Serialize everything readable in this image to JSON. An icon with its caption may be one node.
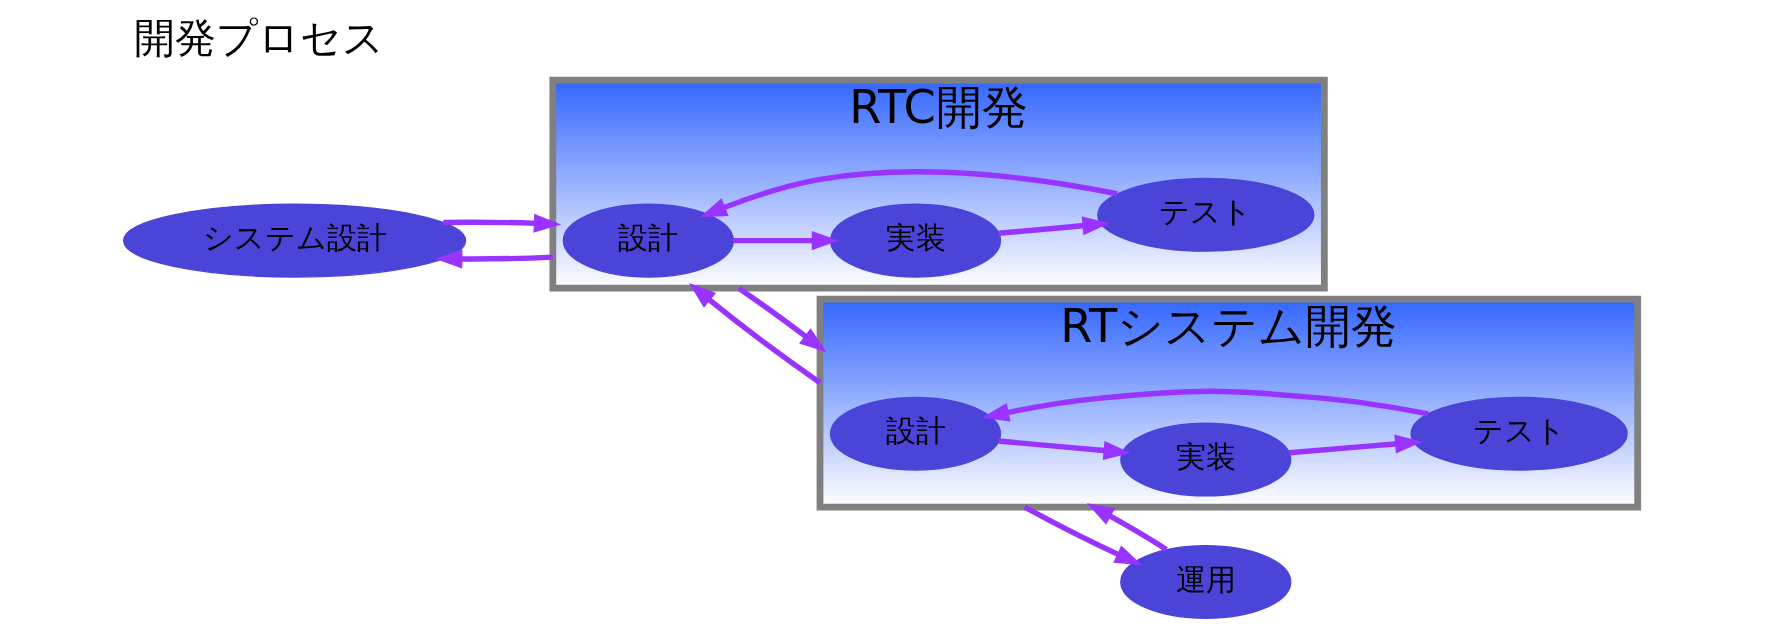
{
  "diagram": {
    "title": "開発プロセス",
    "nodes": [
      {
        "text": [
          "システム設計"
        ]
      },
      {
        "text": [
          "RTC開発"
        ]
      },
      {
        "text": [
          "設計"
        ],
        "in": 1
      },
      {
        "text": [
          "テスト"
        ],
        "in": 1
      },
      {
        "text": [
          "実装"
        ],
        "in": 1
      },
      {
        "text": [
          "RTシステム開発"
        ]
      },
      {
        "text": [
          "設計"
        ],
        "in": 5
      },
      {
        "text": [
          "テスト"
        ],
        "in": 5
      },
      {
        "text": [
          "実装"
        ],
        "in": 5
      },
      {
        "text": [
          "運用"
        ]
      }
    ],
    "edges": [
      {
        "from": 0,
        "to": 1,
        "arrow": "to"
      },
      {
        "from": 1,
        "to": 0,
        "arrow": "to"
      },
      {
        "from": 1,
        "to": 5,
        "arrow": "to"
      },
      {
        "from": 5,
        "to": 1,
        "arrow": "to"
      },
      {
        "from": 5,
        "to": 9,
        "arrow": "to"
      },
      {
        "from": 9,
        "to": 5,
        "arrow": "to"
      },
      {
        "from": 3,
        "to": 2,
        "arrow": "to"
      },
      {
        "from": 2,
        "to": 4,
        "arrow": "to"
      },
      {
        "from": 4,
        "to": 3,
        "arrow": "to"
      },
      {
        "from": 7,
        "to": 6,
        "arrow": "to"
      },
      {
        "from": 6,
        "to": 8,
        "arrow": "to"
      },
      {
        "from": 8,
        "to": 7,
        "arrow": "to"
      }
    ]
  }
}
